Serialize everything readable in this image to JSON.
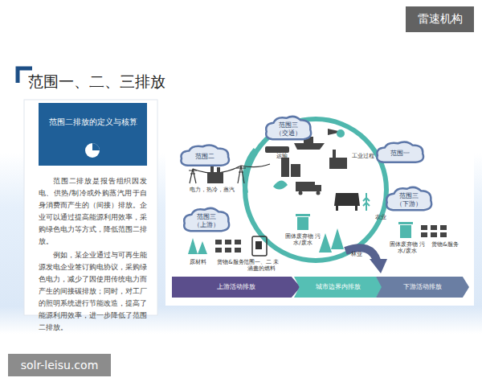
{
  "diagram": {
    "title": "范围一、二、三排放",
    "nodes": [
      {
        "text": [
          "范围二排放的定义与核算"
        ]
      },
      {
        "text": [
          "范围二排放是报告组织因发电、供热/制冷或外购蒸汽用于自身消费而产生的（间接）排放。企业可以通过提高能源利用效率，采购绿色电力等方式，降低范围二排放。",
          "例如，某企业通过与可再生能源发电企业签订购电协议，采购绿色电力，减少了因使用传统电力而产生的间接碳排放；同时，对工厂的照明系统进行节能改造，提高了能源利用效率，进一步降低了范围二排放。"
        ]
      },
      {
        "text": [
          "范围二"
        ]
      },
      {
        "text": [
          "范围三 （交通）"
        ]
      },
      {
        "text": [
          "范围一"
        ]
      },
      {
        "text": [
          "范围三 （上游）"
        ]
      },
      {
        "text": [
          "范围三 （下游）"
        ]
      },
      {
        "text": [
          "上游活动排放"
        ]
      },
      {
        "text": [
          "城市边界内排放"
        ]
      },
      {
        "text": [
          "下游活动排放"
        ]
      }
    ],
    "labels": [
      "雷速机构",
      "solr-leisu.com",
      "电力，热冷，蒸汽",
      "运输",
      "工业过程",
      "农业",
      "林业",
      "固体废弃物 污水/废水",
      "范围一、二 未涵盖的燃料",
      "原材料",
      "货物&服务",
      "固体废弃物 污水/废水",
      "货物&服务"
    ]
  }
}
